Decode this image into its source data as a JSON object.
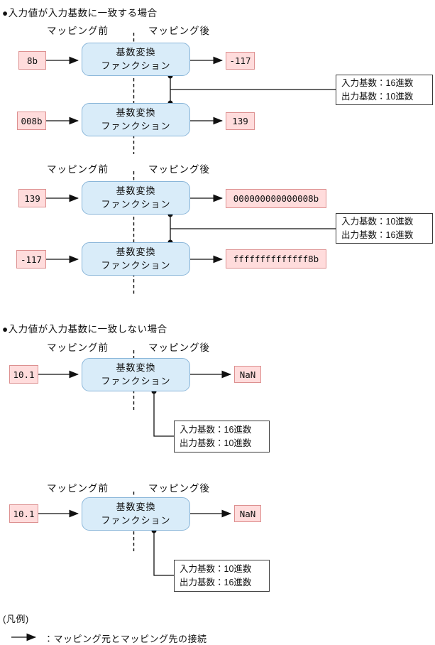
{
  "headings": {
    "match": "●入力値が入力基数に一致する場合",
    "mismatch": "●入力値が入力基数に一致しない場合"
  },
  "common": {
    "before_label": "マッピング前",
    "after_label": "マッピング後",
    "function_line1": "基数変換",
    "function_line2": "ファンクション"
  },
  "diagrams": {
    "hex_to_dec": {
      "rows": [
        {
          "input": "8b",
          "output": "-117"
        },
        {
          "input": "008b",
          "output": "139"
        }
      ],
      "note": {
        "line1": "入力基数：16進数",
        "line2": "出力基数：10進数"
      }
    },
    "dec_to_hex": {
      "rows": [
        {
          "input": "139",
          "output": "000000000000008b"
        },
        {
          "input": "-117",
          "output": "ffffffffffffff8b"
        }
      ],
      "note": {
        "line1": "入力基数：10進数",
        "line2": "出力基数：16進数"
      }
    },
    "invalid_hex": {
      "rows": [
        {
          "input": "10.1",
          "output": "NaN"
        }
      ],
      "note": {
        "line1": "入力基数：16進数",
        "line2": "出力基数：10進数"
      }
    },
    "invalid_dec": {
      "rows": [
        {
          "input": "10.1",
          "output": "NaN"
        }
      ],
      "note": {
        "line1": "入力基数：10進数",
        "line2": "出力基数：16進数"
      }
    }
  },
  "legend": {
    "title": "(凡例)",
    "connection_label": "：マッピング元とマッピング先の接続"
  },
  "colors": {
    "function_box_fill": "#d9ecf9",
    "function_box_border": "#8ab6d9",
    "value_box_fill": "#ffdcdc",
    "value_box_border": "#dd9090",
    "line": "#111111"
  }
}
